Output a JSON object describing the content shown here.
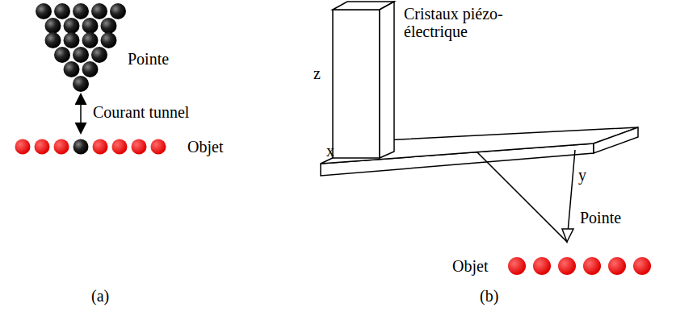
{
  "diagram": {
    "labels": [
      "Pointe",
      "Courant tunnel",
      "Objet",
      "(a)",
      "z",
      "Cristaux piézo-électrique",
      "x",
      "y",
      "Pointe",
      "Objet",
      "(b)"
    ]
  }
}
